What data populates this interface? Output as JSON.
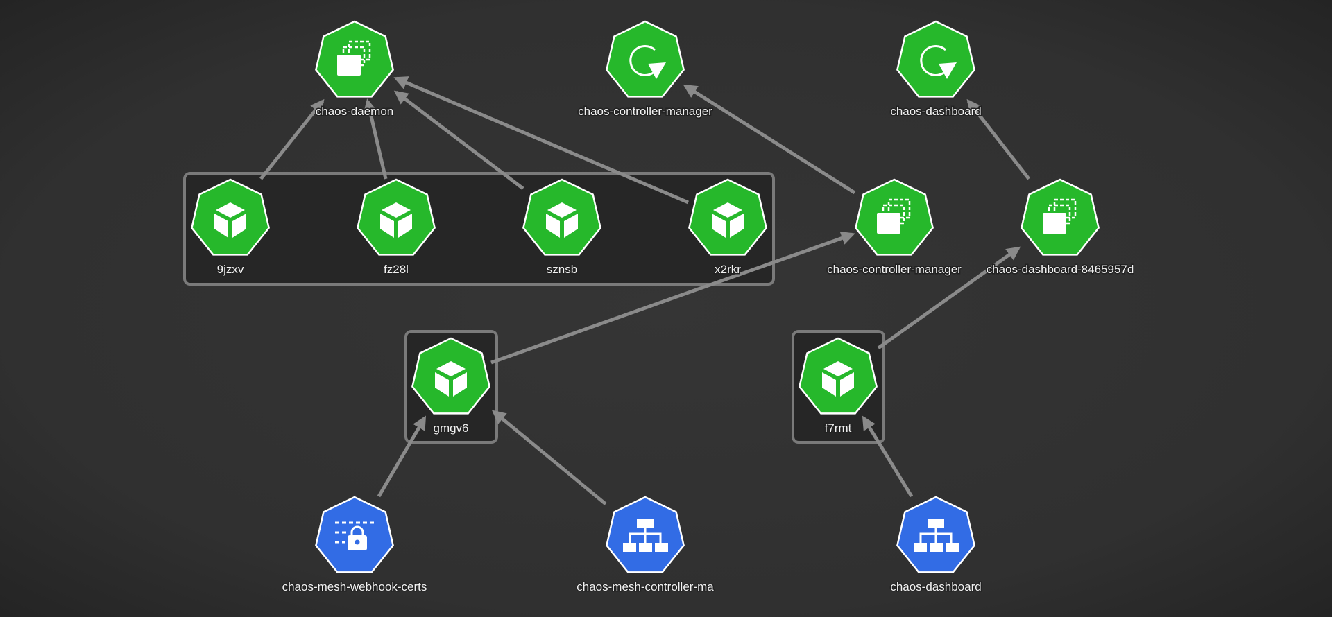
{
  "colors": {
    "workload": "#26b82b",
    "network": "#326ce5",
    "edge": "#8a8a8a",
    "group_border": "#7a7a7a"
  },
  "nodes": [
    {
      "id": "daemonset-chaos-daemon",
      "label": "chaos-daemon",
      "icon": "replicaset-icon",
      "color": "workload"
    },
    {
      "id": "deployment-chaos-controller-manager",
      "label": "chaos-controller-manager",
      "icon": "deployment-icon",
      "color": "workload"
    },
    {
      "id": "deployment-chaos-dashboard",
      "label": "chaos-dashboard",
      "icon": "deployment-icon",
      "color": "workload"
    },
    {
      "id": "pod-9jzxv",
      "label": "9jzxv",
      "icon": "pod-icon",
      "color": "workload"
    },
    {
      "id": "pod-fz28l",
      "label": "fz28l",
      "icon": "pod-icon",
      "color": "workload"
    },
    {
      "id": "pod-sznsb",
      "label": "sznsb",
      "icon": "pod-icon",
      "color": "workload"
    },
    {
      "id": "pod-x2rkr",
      "label": "x2rkr",
      "icon": "pod-icon",
      "color": "workload"
    },
    {
      "id": "replicaset-chaos-controller-manager",
      "label": "chaos-controller-manager",
      "icon": "replicaset-icon",
      "color": "workload"
    },
    {
      "id": "replicaset-chaos-dashboard",
      "label": "chaos-dashboard-8465957d",
      "icon": "replicaset-icon",
      "color": "workload"
    },
    {
      "id": "pod-gmgv6",
      "label": "gmgv6",
      "icon": "pod-icon",
      "color": "workload"
    },
    {
      "id": "pod-f7rmt",
      "label": "f7rmt",
      "icon": "pod-icon",
      "color": "workload"
    },
    {
      "id": "secret-chaos-mesh-webhook-certs",
      "label": "chaos-mesh-webhook-certs",
      "icon": "secret-icon",
      "color": "network"
    },
    {
      "id": "service-chaos-mesh-controller",
      "label": "chaos-mesh-controller-ma",
      "icon": "service-icon",
      "color": "network"
    },
    {
      "id": "service-chaos-dashboard",
      "label": "chaos-dashboard",
      "icon": "service-icon",
      "color": "network"
    }
  ],
  "edges": [
    {
      "from": "pod-9jzxv",
      "to": "daemonset-chaos-daemon"
    },
    {
      "from": "pod-fz28l",
      "to": "daemonset-chaos-daemon"
    },
    {
      "from": "pod-sznsb",
      "to": "daemonset-chaos-daemon"
    },
    {
      "from": "pod-x2rkr",
      "to": "daemonset-chaos-daemon"
    },
    {
      "from": "replicaset-chaos-controller-manager",
      "to": "deployment-chaos-controller-manager"
    },
    {
      "from": "replicaset-chaos-dashboard",
      "to": "deployment-chaos-dashboard"
    },
    {
      "from": "pod-gmgv6",
      "to": "replicaset-chaos-controller-manager"
    },
    {
      "from": "pod-f7rmt",
      "to": "replicaset-chaos-dashboard"
    },
    {
      "from": "secret-chaos-mesh-webhook-certs",
      "to": "pod-gmgv6"
    },
    {
      "from": "service-chaos-mesh-controller",
      "to": "pod-gmgv6"
    },
    {
      "from": "service-chaos-dashboard",
      "to": "pod-f7rmt"
    }
  ]
}
